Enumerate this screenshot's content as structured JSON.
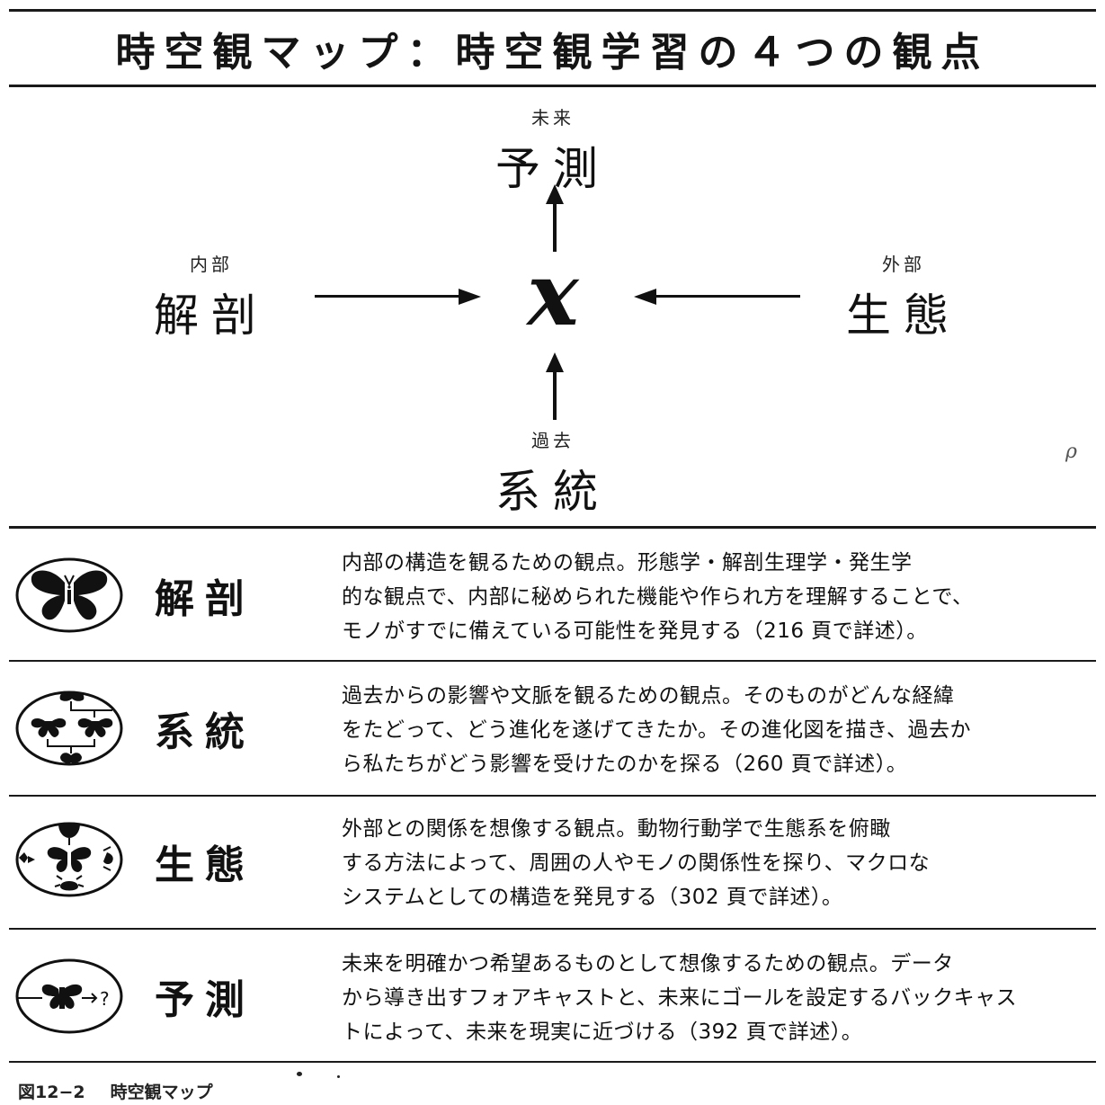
{
  "title": "時空観マップ：時空観学習の４つの観点",
  "diagram": {
    "center": "x",
    "top": {
      "sub": "未来",
      "main": "予測"
    },
    "left": {
      "sub": "内部",
      "main": "解剖"
    },
    "right": {
      "sub": "外部",
      "main": "生態"
    },
    "bottom": {
      "sub": "過去",
      "main": "系統"
    }
  },
  "perspectives": [
    {
      "icon": "butterfly-anatomy-icon",
      "label": "解剖",
      "lines": [
        "内部の構造を観るための観点。形態学・解剖生理学・発生学",
        "的な観点で、内部に秘められた機能や作られ方を理解することで、",
        "モノがすでに備えている可能性を発見する（216 頁で詳述）。"
      ]
    },
    {
      "icon": "butterfly-lineage-icon",
      "label": "系統",
      "lines": [
        "過去からの影響や文脈を観るための観点。そのものがどんな経緯",
        "をたどって、どう進化を遂げてきたか。その進化図を描き、過去か",
        "ら私たちがどう影響を受けたのかを探る（260 頁で詳述）。"
      ]
    },
    {
      "icon": "butterfly-ecology-icon",
      "label": "生態",
      "lines": [
        "外部との関係を想像する観点。動物行動学で生態系を俯瞰",
        "する方法によって、周囲の人やモノの関係性を探り、マクロな",
        "システムとしての構造を発見する（302 頁で詳述）。"
      ]
    },
    {
      "icon": "butterfly-forecast-icon",
      "label": "予測",
      "lines": [
        "未来を明確かつ希望あるものとして想像するための観点。データ",
        "から導き出すフォアキャストと、未来にゴールを設定するバックキャス",
        "トによって、未来を現実に近づける（392 頁で詳述）。"
      ]
    }
  ],
  "caption": {
    "number": "図12−2",
    "text": "時空観マップ"
  }
}
